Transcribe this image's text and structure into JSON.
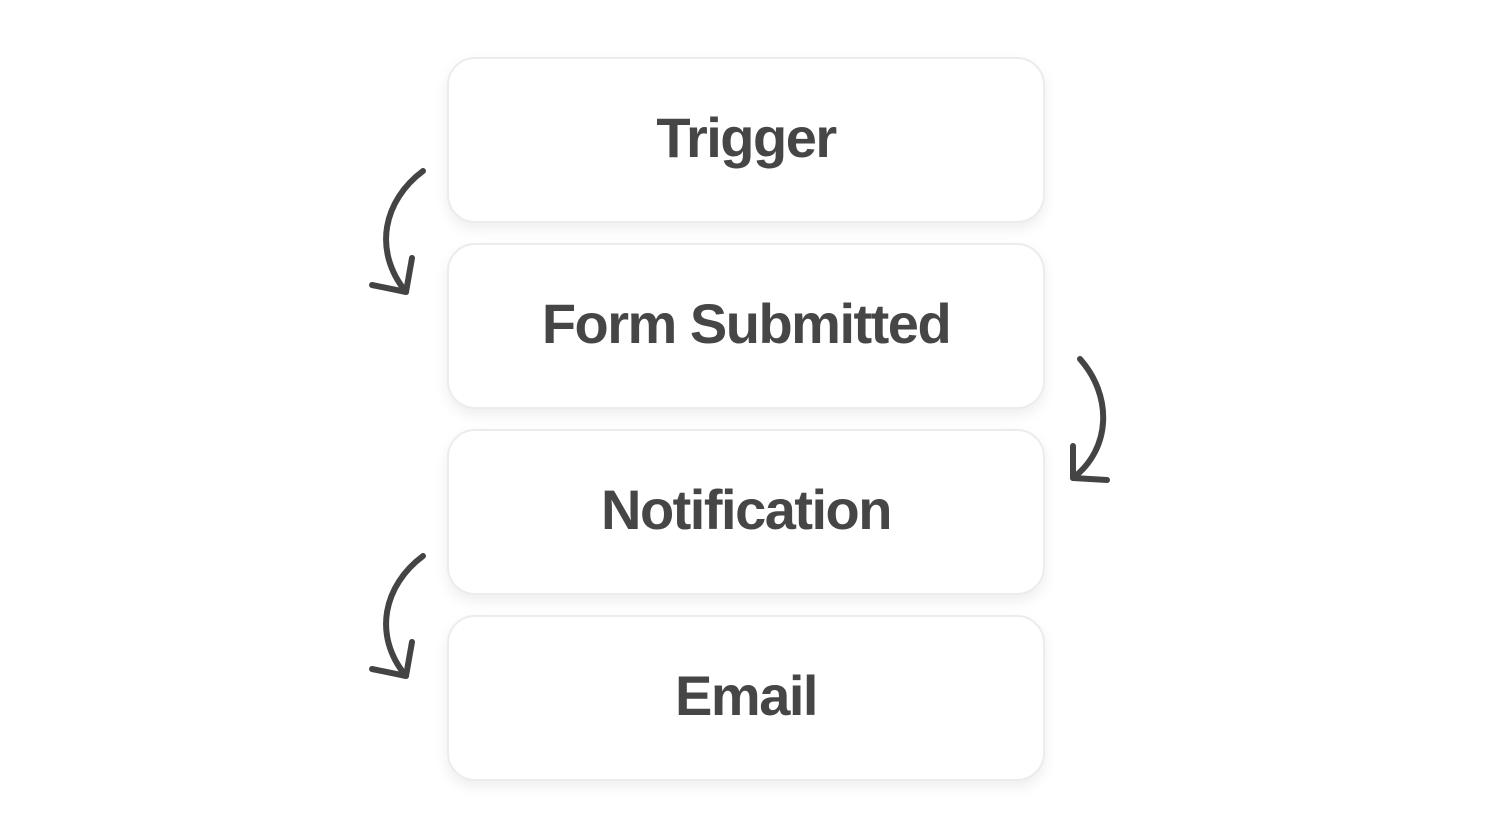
{
  "diagram": {
    "steps": [
      {
        "label": "Trigger"
      },
      {
        "label": "Form Submitted"
      },
      {
        "label": "Notification"
      },
      {
        "label": "Email"
      }
    ],
    "connectors": [
      {
        "from": "Trigger",
        "to": "Form Submitted",
        "side": "left",
        "icon": "curved-arrow-down-icon"
      },
      {
        "from": "Form Submitted",
        "to": "Notification",
        "side": "right",
        "icon": "curved-arrow-down-icon"
      },
      {
        "from": "Notification",
        "to": "Email",
        "side": "left",
        "icon": "curved-arrow-down-icon"
      }
    ],
    "colors": {
      "text": "#464646",
      "arrow": "#444444",
      "card_border": "#ececec",
      "background": "#ffffff"
    }
  }
}
